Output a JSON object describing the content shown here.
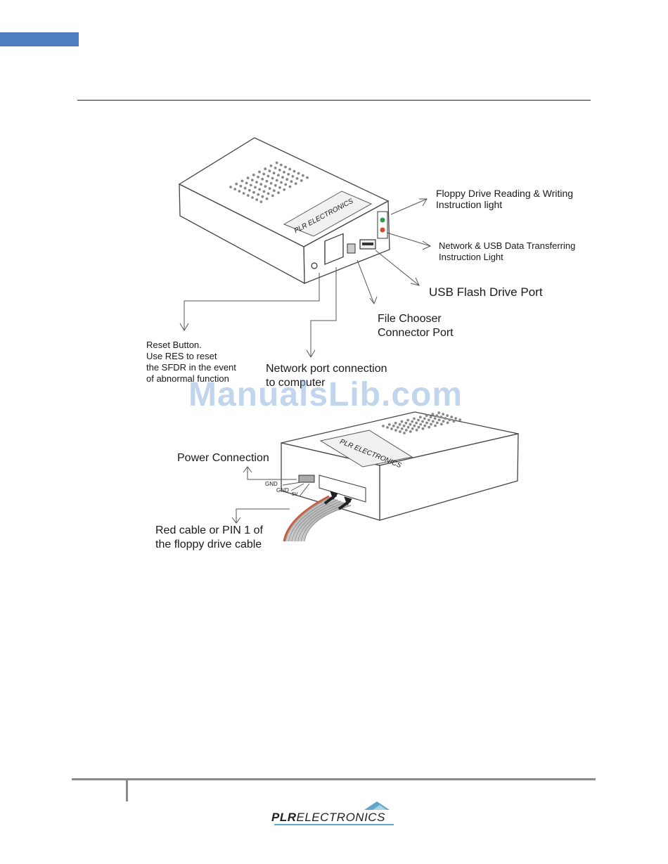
{
  "header": {
    "accent_color": "#4f7fbf"
  },
  "figure_top": {
    "brand_label": "PLR ELECTRONICS",
    "labels": {
      "floppy_light": [
        "Floppy Drive Reading & Writing",
        "Instruction light"
      ],
      "network_light": [
        "Network & USB Data Transferring",
        "Instruction Light"
      ],
      "usb_port": "USB Flash Drive Port",
      "file_chooser": [
        "File Chooser",
        "Connector Port"
      ],
      "reset": [
        "Reset Button.",
        "Use RES to reset",
        "the SFDR in the event",
        "of abnormal function"
      ],
      "network_port": [
        "Network port connection",
        "to computer"
      ]
    }
  },
  "figure_bottom": {
    "brand_label": "PLR ELECTRONICS",
    "labels": {
      "power": "Power Connection",
      "gnd1": "GND",
      "gnd2": "GND",
      "five_v": "5V",
      "red_cable": [
        "Red cable or PIN 1 of",
        "the floppy drive cable"
      ]
    }
  },
  "watermark": "ManualsLib.com",
  "footer": {
    "logo_bold": "PLR",
    "logo_rest": "ELECTRONICS",
    "logo_color": "#5fa8c8"
  }
}
